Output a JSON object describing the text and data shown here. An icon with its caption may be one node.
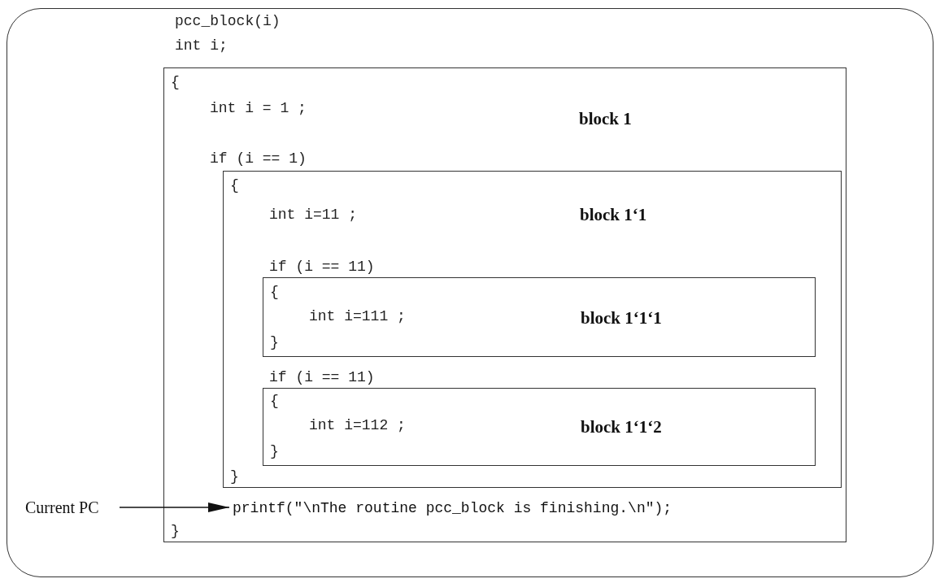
{
  "diagram": {
    "nodes": [
      {
        "text": [
          "pcc_block(i)",
          "int i;"
        ]
      },
      {
        "text": [
          "{",
          "int i = 1 ;",
          "block 1",
          "if (i == 1)",
          "}"
        ],
        "in": 0
      },
      {
        "text": [
          "{",
          "int i=11 ;",
          "block 1‘1",
          "if (i == 11)",
          "if (i == 11)",
          "}"
        ],
        "in": 1
      },
      {
        "text": [
          "{",
          "int i=111 ;",
          "block 1‘1‘1",
          "}"
        ],
        "in": 2
      },
      {
        "text": [
          "{",
          "int i=112 ;",
          "block 1‘1‘2",
          "}"
        ],
        "in": 2
      },
      {
        "text": [
          "Current PC"
        ],
        "in": 0
      },
      {
        "text": [
          "printf(\"\\nThe routine pcc_block is finishing.\\n\");"
        ],
        "in": 1
      }
    ],
    "edges": [
      {
        "from": 5,
        "to": 6,
        "arrow": "to"
      }
    ]
  }
}
